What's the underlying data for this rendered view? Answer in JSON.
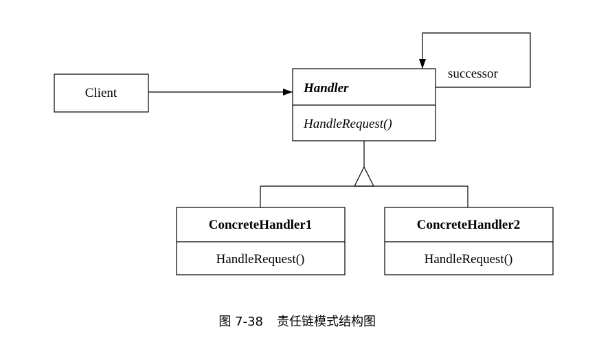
{
  "diagram": {
    "client": {
      "name": "Client"
    },
    "handler": {
      "name": "Handler",
      "operation": "HandleRequest()"
    },
    "successor_label": "successor",
    "concrete1": {
      "name": "ConcreteHandler1",
      "operation": "HandleRequest()"
    },
    "concrete2": {
      "name": "ConcreteHandler2",
      "operation": "HandleRequest()"
    }
  },
  "caption": {
    "figure_number": "图 7-38",
    "title": "责任链模式结构图"
  }
}
